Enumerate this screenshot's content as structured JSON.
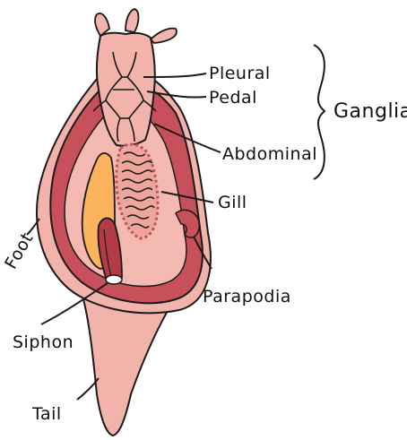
{
  "colors": {
    "body_light": "#f2b3aa",
    "body_mid": "#eda59c",
    "mantle": "#c8505a",
    "mantle_dark": "#b43b46",
    "inner": "#f4b9b0",
    "gland": "#fbb35e",
    "gill": "#c2525c",
    "outline": "#1a1a1a"
  },
  "labels": {
    "pleural": "Pleural",
    "pedal": "Pedal",
    "ganglia": "Ganglia",
    "abdominal": "Abdominal",
    "gill": "Gill",
    "foot": "Foot",
    "parapodia": "Parapodia",
    "siphon": "Siphon",
    "tail": "Tail"
  }
}
